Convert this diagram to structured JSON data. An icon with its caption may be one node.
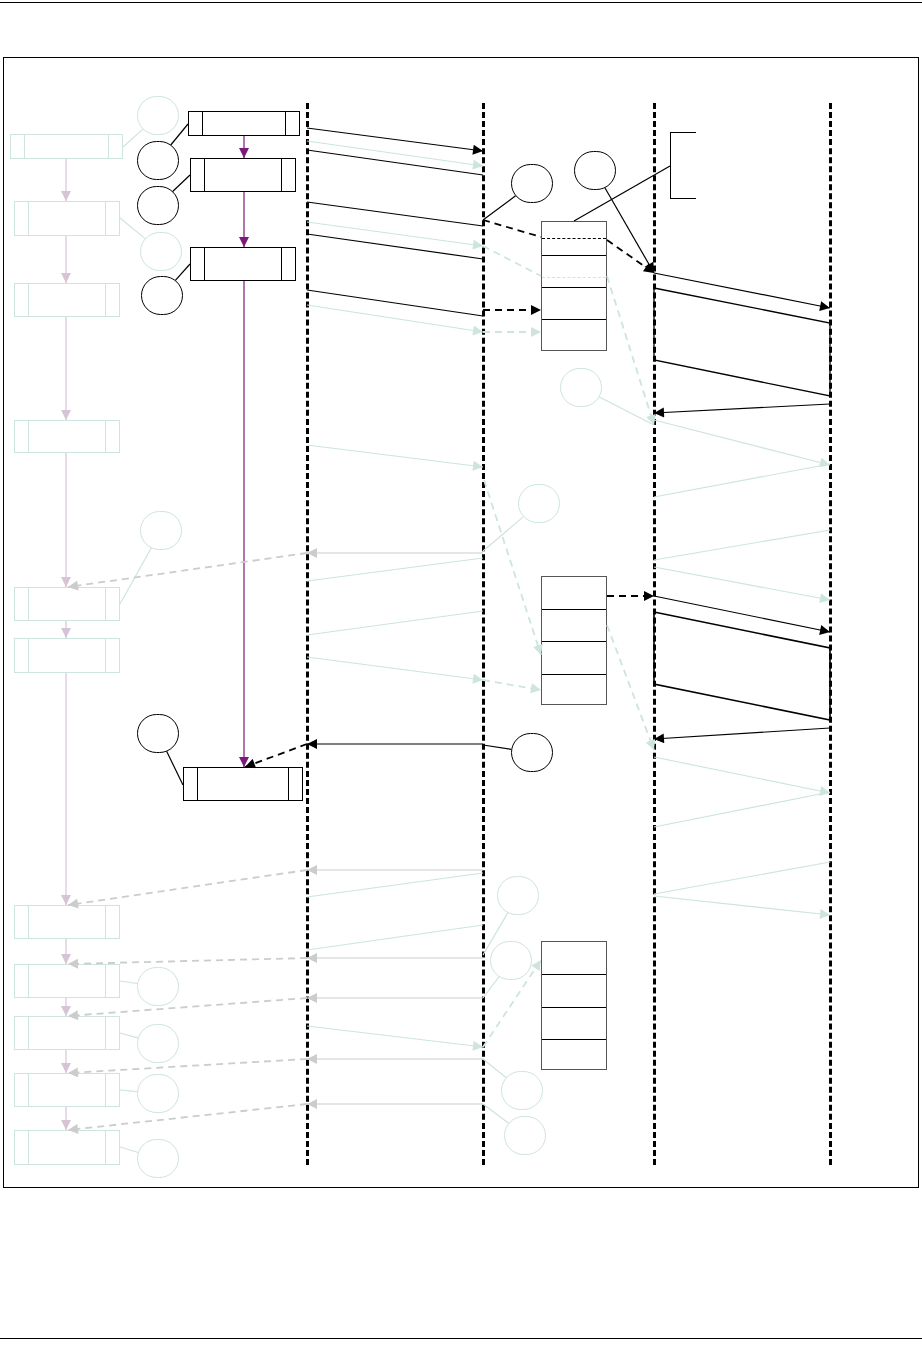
{
  "diagram": {
    "nodes": [
      {
        "text": [],
        "shape": "bar"
      },
      {
        "text": [],
        "shape": "bar"
      },
      {
        "text": [],
        "shape": "bar"
      },
      {
        "text": [],
        "shape": "bar"
      },
      {
        "text": [],
        "shape": "box"
      },
      {
        "text": [],
        "shape": "box"
      },
      {
        "text": [],
        "shape": "box"
      },
      {
        "text": [],
        "shape": "box"
      },
      {
        "text": [],
        "shape": "box"
      },
      {
        "text": [],
        "shape": "box"
      },
      {
        "text": [],
        "shape": "box"
      },
      {
        "text": [],
        "shape": "box"
      },
      {
        "text": [],
        "shape": "box"
      },
      {
        "text": [],
        "shape": "box"
      },
      {
        "text": [],
        "shape": "box"
      },
      {
        "text": [],
        "shape": "box"
      },
      {
        "text": [],
        "shape": "box"
      },
      {
        "text": [],
        "shape": "box"
      },
      {
        "text": [],
        "shape": "box"
      },
      {
        "text": [],
        "shape": "circle"
      },
      {
        "text": [],
        "shape": "circle"
      },
      {
        "text": [],
        "shape": "circle"
      },
      {
        "text": [],
        "shape": "circle"
      },
      {
        "text": [],
        "shape": "circle"
      },
      {
        "text": [],
        "shape": "circle"
      },
      {
        "text": [],
        "shape": "circle"
      },
      {
        "text": [],
        "shape": "circle"
      },
      {
        "text": [],
        "shape": "circle"
      },
      {
        "text": [],
        "shape": "circle"
      },
      {
        "text": [],
        "shape": "circle"
      },
      {
        "text": [],
        "shape": "circle"
      },
      {
        "text": [],
        "shape": "circle"
      },
      {
        "text": [],
        "shape": "circle"
      },
      {
        "text": [],
        "shape": "circle"
      },
      {
        "text": [],
        "shape": "circle"
      },
      {
        "text": [],
        "shape": "circle"
      },
      {
        "text": [],
        "shape": "circle"
      },
      {
        "text": [],
        "shape": "circle"
      },
      {
        "text": [],
        "shape": "circle"
      },
      {
        "text": [],
        "shape": "box"
      },
      {
        "text": [],
        "shape": "box"
      },
      {
        "text": [],
        "shape": "box"
      },
      {
        "text": [],
        "shape": "bracket"
      }
    ],
    "edges": [
      {
        "from": 15,
        "to": 16,
        "arrow": "to",
        "color": "#7b1a7b"
      },
      {
        "from": 16,
        "to": 17,
        "arrow": "to",
        "color": "#7b1a7b"
      },
      {
        "from": 17,
        "to": 18,
        "arrow": "to",
        "color": "#7b1a7b"
      },
      {
        "from": 4,
        "to": 5,
        "arrow": "to",
        "color": "#d6c3d6"
      },
      {
        "from": 5,
        "to": 6,
        "arrow": "to",
        "color": "#d6c3d6"
      },
      {
        "from": 6,
        "to": 7,
        "arrow": "to",
        "color": "#d6c3d6"
      },
      {
        "from": 7,
        "to": 8,
        "arrow": "to",
        "color": "#d6c3d6"
      },
      {
        "from": 8,
        "to": 9,
        "arrow": "to",
        "color": "#d6c3d6"
      },
      {
        "from": 9,
        "to": 10,
        "arrow": "to",
        "color": "#d6c3d6"
      },
      {
        "from": 10,
        "to": 11,
        "arrow": "to",
        "color": "#d6c3d6"
      },
      {
        "from": 11,
        "to": 12,
        "arrow": "to",
        "color": "#d6c3d6"
      },
      {
        "from": 12,
        "to": 13,
        "arrow": "to",
        "color": "#d6c3d6"
      },
      {
        "from": 13,
        "to": 14,
        "arrow": "to",
        "color": "#d6c3d6"
      },
      {
        "from": 19,
        "to": 15,
        "arrow": "none",
        "color": "#000000"
      },
      {
        "from": 20,
        "to": 16,
        "arrow": "none",
        "color": "#000000"
      },
      {
        "from": 21,
        "to": 17,
        "arrow": "none",
        "color": "#000000"
      },
      {
        "from": 22,
        "to": 18,
        "arrow": "none",
        "color": "#000000"
      },
      {
        "from": 23,
        "to": 1,
        "arrow": "none",
        "color": "#000000"
      },
      {
        "from": 24,
        "to": 2,
        "arrow": "to",
        "color": "#000000"
      },
      {
        "from": 42,
        "to": 39,
        "arrow": "none",
        "color": "#000000"
      },
      {
        "from": 25,
        "to": 1,
        "arrow": "none",
        "color": "#000000"
      },
      {
        "from": 26,
        "to": 4,
        "arrow": "none",
        "color": "#cde4df"
      },
      {
        "from": 27,
        "to": 5,
        "arrow": "none",
        "color": "#cde4df"
      },
      {
        "from": 28,
        "to": 8,
        "arrow": "none",
        "color": "#cde4df"
      },
      {
        "from": 29,
        "to": 2,
        "arrow": "none",
        "color": "#cde4df"
      },
      {
        "from": 30,
        "to": 1,
        "arrow": "none",
        "color": "#cde4df"
      },
      {
        "from": 31,
        "to": 1,
        "arrow": "none",
        "color": "#cde4df"
      },
      {
        "from": 32,
        "to": 1,
        "arrow": "none",
        "color": "#cde4df"
      },
      {
        "from": 33,
        "to": 1,
        "arrow": "none",
        "color": "#cde4df"
      },
      {
        "from": 34,
        "to": 1,
        "arrow": "none",
        "color": "#cde4df"
      },
      {
        "from": 35,
        "to": 11,
        "arrow": "none",
        "color": "#cde4df"
      },
      {
        "from": 36,
        "to": 12,
        "arrow": "none",
        "color": "#cde4df"
      },
      {
        "from": 37,
        "to": 13,
        "arrow": "none",
        "color": "#cde4df"
      },
      {
        "from": 38,
        "to": 14,
        "arrow": "none",
        "color": "#cde4df"
      },
      {
        "from": 0,
        "to": 1,
        "arrow": "to",
        "color": "#000000"
      },
      {
        "from": 0,
        "to": 1,
        "arrow": "to",
        "color": "#cde4df"
      },
      {
        "from": 0,
        "to": 1,
        "arrow": "none",
        "color": "#000000"
      },
      {
        "from": 0,
        "to": 1,
        "arrow": "none",
        "color": "#000000"
      },
      {
        "from": 0,
        "to": 1,
        "arrow": "to",
        "color": "#cde4df"
      },
      {
        "from": 0,
        "to": 1,
        "arrow": "none",
        "color": "#000000"
      },
      {
        "from": 0,
        "to": 1,
        "arrow": "none",
        "color": "#000000"
      },
      {
        "from": 0,
        "to": 1,
        "arrow": "to",
        "color": "#cde4df"
      },
      {
        "from": 0,
        "to": 1,
        "arrow": "to",
        "color": "#cde4df"
      },
      {
        "from": 0,
        "to": 1,
        "arrow": "none",
        "color": "#cde4df"
      },
      {
        "from": 0,
        "to": 1,
        "arrow": "none",
        "color": "#cde4df"
      },
      {
        "from": 0,
        "to": 1,
        "arrow": "to",
        "color": "#cde4df"
      },
      {
        "from": 0,
        "to": 1,
        "arrow": "none",
        "color": "#cde4df"
      },
      {
        "from": 0,
        "to": 1,
        "arrow": "none",
        "color": "#cde4df"
      },
      {
        "from": 0,
        "to": 1,
        "arrow": "to",
        "color": "#cde4df"
      },
      {
        "from": 1,
        "to": 0,
        "arrow": "to",
        "color": "#cccccc"
      },
      {
        "from": 1,
        "to": 0,
        "arrow": "to",
        "color": "#000000"
      },
      {
        "from": 1,
        "to": 0,
        "arrow": "to",
        "color": "#cccccc"
      },
      {
        "from": 1,
        "to": 0,
        "arrow": "to",
        "color": "#cccccc"
      },
      {
        "from": 1,
        "to": 0,
        "arrow": "to",
        "color": "#cccccc"
      },
      {
        "from": 1,
        "to": 0,
        "arrow": "to",
        "color": "#cccccc"
      },
      {
        "from": 1,
        "to": 0,
        "arrow": "to",
        "color": "#cccccc"
      },
      {
        "from": 0,
        "to": 8,
        "arrow": "to",
        "style": "dashed",
        "color": "#cccccc"
      },
      {
        "from": 0,
        "to": 18,
        "arrow": "to",
        "style": "dashed",
        "color": "#000000"
      },
      {
        "from": 0,
        "to": 10,
        "arrow": "to",
        "style": "dashed",
        "color": "#cccccc"
      },
      {
        "from": 0,
        "to": 11,
        "arrow": "to",
        "style": "dashed",
        "color": "#cccccc"
      },
      {
        "from": 0,
        "to": 12,
        "arrow": "to",
        "style": "dashed",
        "color": "#cccccc"
      },
      {
        "from": 0,
        "to": 13,
        "arrow": "to",
        "style": "dashed",
        "color": "#cccccc"
      },
      {
        "from": 0,
        "to": 14,
        "arrow": "to",
        "style": "dashed",
        "color": "#cccccc"
      },
      {
        "from": 2,
        "to": 3,
        "arrow": "to",
        "color": "#000000"
      },
      {
        "from": 3,
        "to": 2,
        "arrow": "to",
        "color": "#000000"
      },
      {
        "from": 2,
        "to": 3,
        "arrow": "to",
        "color": "#cde4df"
      },
      {
        "from": 2,
        "to": 3,
        "arrow": "none",
        "color": "#cde4df"
      },
      {
        "from": 2,
        "to": 3,
        "arrow": "none",
        "color": "#cde4df"
      },
      {
        "from": 2,
        "to": 3,
        "arrow": "to",
        "color": "#cde4df"
      },
      {
        "from": 2,
        "to": 3,
        "arrow": "to",
        "color": "#000000"
      },
      {
        "from": 3,
        "to": 2,
        "arrow": "to",
        "color": "#000000"
      },
      {
        "from": 2,
        "to": 3,
        "arrow": "to",
        "color": "#cde4df"
      },
      {
        "from": 2,
        "to": 3,
        "arrow": "none",
        "color": "#cde4df"
      },
      {
        "from": 2,
        "to": 3,
        "arrow": "none",
        "color": "#cde4df"
      },
      {
        "from": 2,
        "to": 3,
        "arrow": "to",
        "color": "#cde4df"
      },
      {
        "from": 1,
        "to": 39,
        "arrow": "none",
        "style": "dashed",
        "color": "#000000"
      },
      {
        "from": 39,
        "to": 2,
        "arrow": "to",
        "style": "dashed",
        "color": "#000000"
      },
      {
        "from": 1,
        "to": 39,
        "arrow": "to",
        "style": "dashed",
        "color": "#000000"
      },
      {
        "from": 1,
        "to": 39,
        "arrow": "to",
        "style": "dashed",
        "color": "#cde4df"
      },
      {
        "from": 1,
        "to": 39,
        "arrow": "none",
        "style": "dashed",
        "color": "#cde4df"
      },
      {
        "from": 39,
        "to": 2,
        "arrow": "to",
        "style": "dashed",
        "color": "#cde4df"
      },
      {
        "from": 1,
        "to": 40,
        "arrow": "to",
        "style": "dashed",
        "color": "#cde4df"
      },
      {
        "from": 1,
        "to": 40,
        "arrow": "to",
        "style": "dashed",
        "color": "#cde4df"
      },
      {
        "from": 40,
        "to": 2,
        "arrow": "to",
        "style": "dashed",
        "color": "#000000"
      },
      {
        "from": 40,
        "to": 2,
        "arrow": "to",
        "style": "dashed",
        "color": "#cde4df"
      },
      {
        "from": 1,
        "to": 41,
        "arrow": "to",
        "style": "dashed",
        "color": "#cde4df"
      }
    ]
  }
}
